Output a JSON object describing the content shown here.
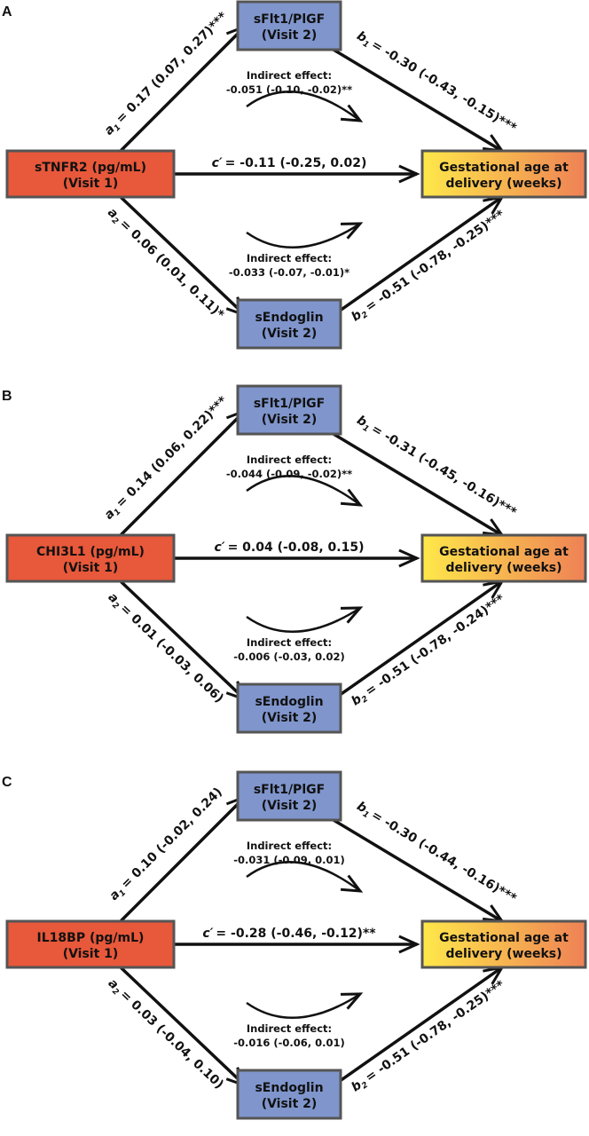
{
  "panels": [
    {
      "letter": "A",
      "predictor": [
        "sTNFR2 (pg/mL)",
        "(Visit 1)"
      ],
      "mediator_top": [
        "sFlt1/PlGF",
        "(Visit 2)"
      ],
      "mediator_bottom": [
        "sEndoglin",
        "(Visit 2)"
      ],
      "outcome": [
        "Gestational age at",
        "delivery (weeks)"
      ],
      "a1": "= 0.17 (0.07, 0.27)***",
      "b1": "= -0.30 (-0.43, -0.15)***",
      "a2": "= 0.06 (0.01, 0.11)*",
      "b2": "= -0.51 (-0.78, -0.25)***",
      "c_prime": "= -0.11 (-0.25, 0.02)",
      "indirect_top": [
        "Indirect effect:",
        "-0.051 (-0.10, -0.02)**"
      ],
      "indirect_bottom": [
        "Indirect effect:",
        "-0.033 (-0.07, -0.01)*"
      ]
    },
    {
      "letter": "B",
      "predictor": [
        "CHI3L1 (pg/mL)",
        "(Visit 1)"
      ],
      "mediator_top": [
        "sFlt1/PlGF",
        "(Visit 2)"
      ],
      "mediator_bottom": [
        "sEndoglin",
        "(Visit 2)"
      ],
      "outcome": [
        "Gestational age at",
        "delivery (weeks)"
      ],
      "a1": "= 0.14 (0.06, 0.22)***",
      "b1": "= -0.31 (-0.45, -0.16)***",
      "a2": "= 0.01 (-0.03, 0.06)",
      "b2": "= -0.51 (-0.78, -0.24)***",
      "c_prime": "= 0.04 (-0.08, 0.15)",
      "indirect_top": [
        "Indirect effect:",
        "-0.044 (-0.09, -0.02)**"
      ],
      "indirect_bottom": [
        "Indirect effect:",
        "-0.006 (-0.03, 0.02)"
      ]
    },
    {
      "letter": "C",
      "predictor": [
        "IL18BP (pg/mL)",
        "(Visit 1)"
      ],
      "mediator_top": [
        "sFlt1/PlGF",
        "(Visit 2)"
      ],
      "mediator_bottom": [
        "sEndoglin",
        "(Visit 2)"
      ],
      "outcome": [
        "Gestational age at",
        "delivery (weeks)"
      ],
      "a1": "= 0.10 (-0.02, 0.24)",
      "b1": "= -0.30 (-0.44, -0.16)***",
      "a2": "= 0.03 (-0.04, 0.10)",
      "b2": "= -0.51 (-0.78, -0.25)***",
      "c_prime": "= -0.28 (-0.46, -0.12)**",
      "indirect_top": [
        "Indirect effect:",
        "-0.031 (-0.09, 0.01)"
      ],
      "indirect_bottom": [
        "Indirect effect:",
        "-0.016 (-0.06, 0.01)"
      ]
    }
  ],
  "symbols": {
    "a1": [
      "a",
      "1"
    ],
    "b1": [
      "b",
      "1"
    ],
    "a2": [
      "a",
      "2"
    ],
    "b2": [
      "b",
      "2"
    ],
    "c_prime": [
      "c",
      "′"
    ]
  },
  "colors": {
    "predictor_fill": "#e8583a",
    "mediator_fill": "#7f95cc",
    "outcome_grad_left": "#ffe84a",
    "outcome_grad_right": "#ee8155",
    "box_stroke": "#555555",
    "arrow": "#111111"
  }
}
